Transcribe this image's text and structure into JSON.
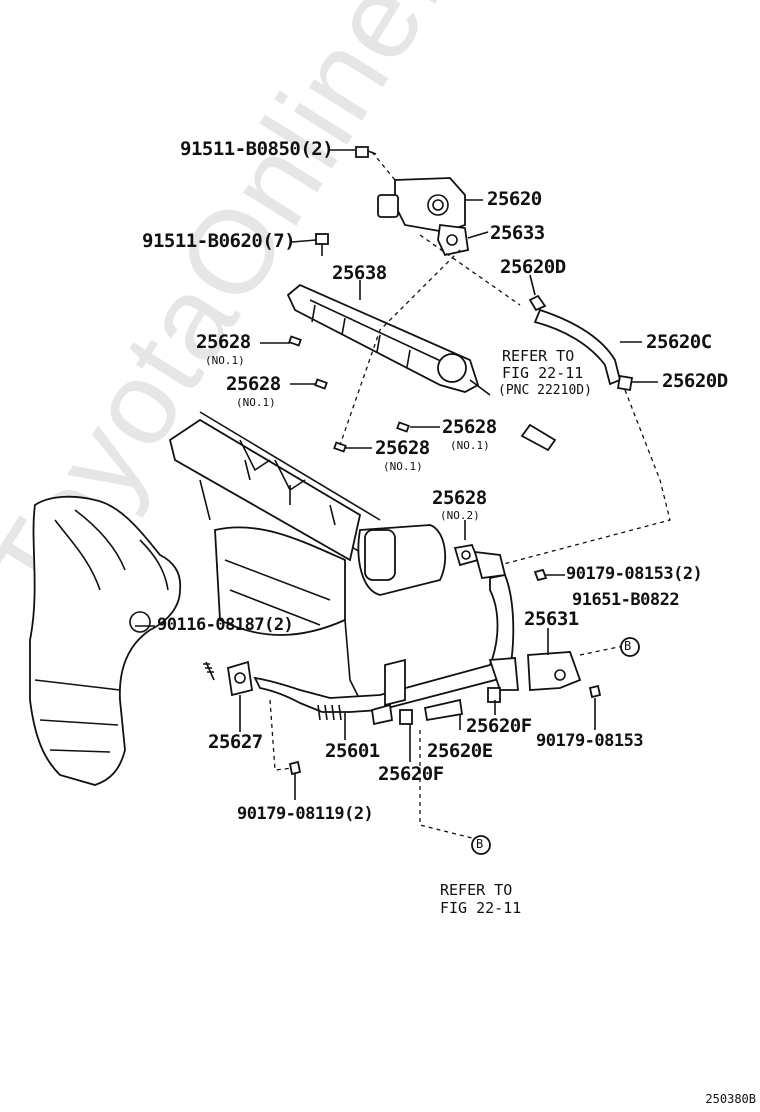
{
  "watermark": "ToyotaOnline.ru",
  "figure_id": "250380B",
  "callouts": {
    "bolt_a": "91511-B0850(2)",
    "valve": "25620",
    "gasket_a": "25633",
    "bolt_b": "91511-B0620(7)",
    "pipe_main": "25638",
    "hose_d_top": "25620D",
    "gasket_no1_a": "25628",
    "gasket_no1_a_sub": "(NO.1)",
    "hose_c": "25620C",
    "gasket_no1_b": "25628",
    "gasket_no1_b_sub": "(NO.1)",
    "hose_d_right": "25620D",
    "gasket_no1_c": "25628",
    "gasket_no1_c_sub": "(NO.1)",
    "gasket_no1_d": "25628",
    "gasket_no1_d_sub": "(NO.1)",
    "gasket_no2": "25628",
    "gasket_no2_sub": "(NO.2)",
    "nut_a": "90179-08153(2)",
    "stud": "90116-08187(2)",
    "clamp_bolt": "91651-B0822",
    "bracket": "25631",
    "gasket_manifold": "25627",
    "egr_pipe": "25601",
    "hose_e": "25620E",
    "hose_f_right": "25620F",
    "nut_b": "90179-08153",
    "hose_f_bottom": "25620F",
    "nut_c": "90179-08119(2)"
  },
  "refs": {
    "ref_top_line1": "REFER TO",
    "ref_top_line2": "FIG 22-11",
    "ref_top_line3": "(PNC 22210D)",
    "ref_bottom_line1": "REFER TO",
    "ref_bottom_line2": "FIG 22-11",
    "marker_b": "B"
  }
}
